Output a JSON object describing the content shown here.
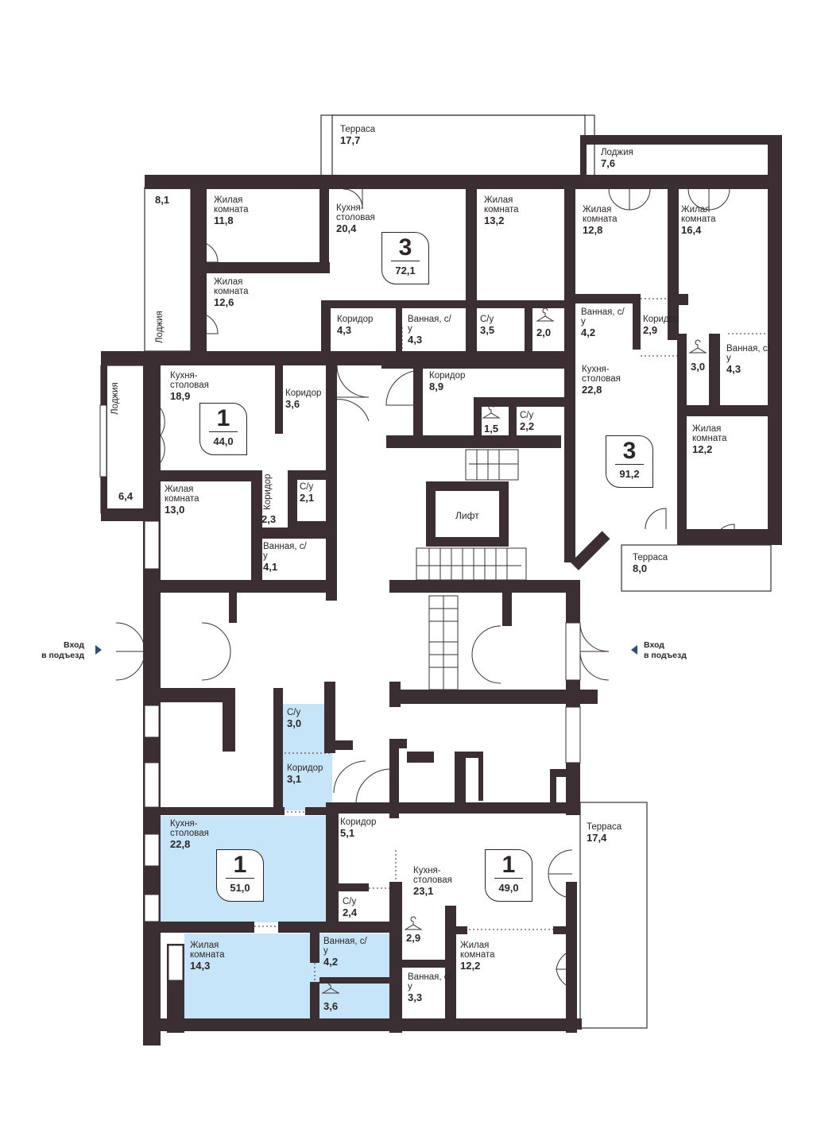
{
  "colors": {
    "wall": "#3b2f33",
    "highlight": "#c7e5f8",
    "background": "#ffffff",
    "arrow": "#2c4f6e"
  },
  "badges": [
    {
      "id": "apt-3-top-center",
      "rooms": "3",
      "area": "72,1"
    },
    {
      "id": "apt-1-left",
      "rooms": "1",
      "area": "44,0"
    },
    {
      "id": "apt-3-right",
      "rooms": "3",
      "area": "91,2"
    },
    {
      "id": "apt-1-bottom-left",
      "rooms": "1",
      "area": "51,0"
    },
    {
      "id": "apt-1-bottom-right",
      "rooms": "1",
      "area": "49,0"
    }
  ],
  "rooms": [
    {
      "name": "Терраса",
      "area": "17,7"
    },
    {
      "name": "Лоджия",
      "area": "7,6"
    },
    {
      "name": "",
      "area": "8,1"
    },
    {
      "name": "Жилая комната",
      "area": "11,8"
    },
    {
      "name": "Кухня-столовая",
      "area": "20,4"
    },
    {
      "name": "Жилая комната",
      "area": "13,2"
    },
    {
      "name": "Жилая комната",
      "area": "12,8"
    },
    {
      "name": "Жилая комната",
      "area": "16,4"
    },
    {
      "name": "Жилая комната",
      "area": "12,6"
    },
    {
      "name": "Лоджия",
      "area": ""
    },
    {
      "name": "Коридор",
      "area": "4,3"
    },
    {
      "name": "Ванная, с/у",
      "area": "4,3"
    },
    {
      "name": "С/у",
      "area": "3,5"
    },
    {
      "name": "",
      "area": "2,0"
    },
    {
      "name": "Ванная, с/у",
      "area": "4,2"
    },
    {
      "name": "Коридор",
      "area": "2,9"
    },
    {
      "name": "",
      "area": "3,0"
    },
    {
      "name": "Ванная, с/у",
      "area": "4,3"
    },
    {
      "name": "Лоджия",
      "area": ""
    },
    {
      "name": "Кухня-столовая",
      "area": "18,9"
    },
    {
      "name": "Коридор",
      "area": "3,6"
    },
    {
      "name": "Коридор",
      "area": "8,9"
    },
    {
      "name": "Кухня-столовая",
      "area": "22,8"
    },
    {
      "name": "",
      "area": "1,5"
    },
    {
      "name": "С/у",
      "area": "2,2"
    },
    {
      "name": "Жилая комната",
      "area": "12,2"
    },
    {
      "name": "",
      "area": "6,4"
    },
    {
      "name": "Жилая комната",
      "area": "13,0"
    },
    {
      "name": "Коридор",
      "area": "2,3"
    },
    {
      "name": "С/у",
      "area": "2,1"
    },
    {
      "name": "Ванная, с/у",
      "area": "4,1"
    },
    {
      "name": "Терраса",
      "area": "8,0"
    },
    {
      "name": "С/у",
      "area": "3,0"
    },
    {
      "name": "Коридор",
      "area": "3,1"
    },
    {
      "name": "Кухня-столовая",
      "area": "22,8"
    },
    {
      "name": "Коридор",
      "area": "5,1"
    },
    {
      "name": "Терраса",
      "area": "17,4"
    },
    {
      "name": "Кухня-столовая",
      "area": "23,1"
    },
    {
      "name": "С/у",
      "area": "2,4"
    },
    {
      "name": "",
      "area": "2,9"
    },
    {
      "name": "Жилая комната",
      "area": "14,3"
    },
    {
      "name": "Ванная, с/у",
      "area": "4,2"
    },
    {
      "name": "Жилая комната",
      "area": "12,2"
    },
    {
      "name": "",
      "area": "3,6"
    },
    {
      "name": "Ванная, с/у",
      "area": "3,3"
    }
  ],
  "lift": "Лифт",
  "entrances": [
    {
      "side": "left",
      "line1": "Вход",
      "line2": "в подъезд"
    },
    {
      "side": "right",
      "line1": "Вход",
      "line2": "в подъезд"
    }
  ]
}
